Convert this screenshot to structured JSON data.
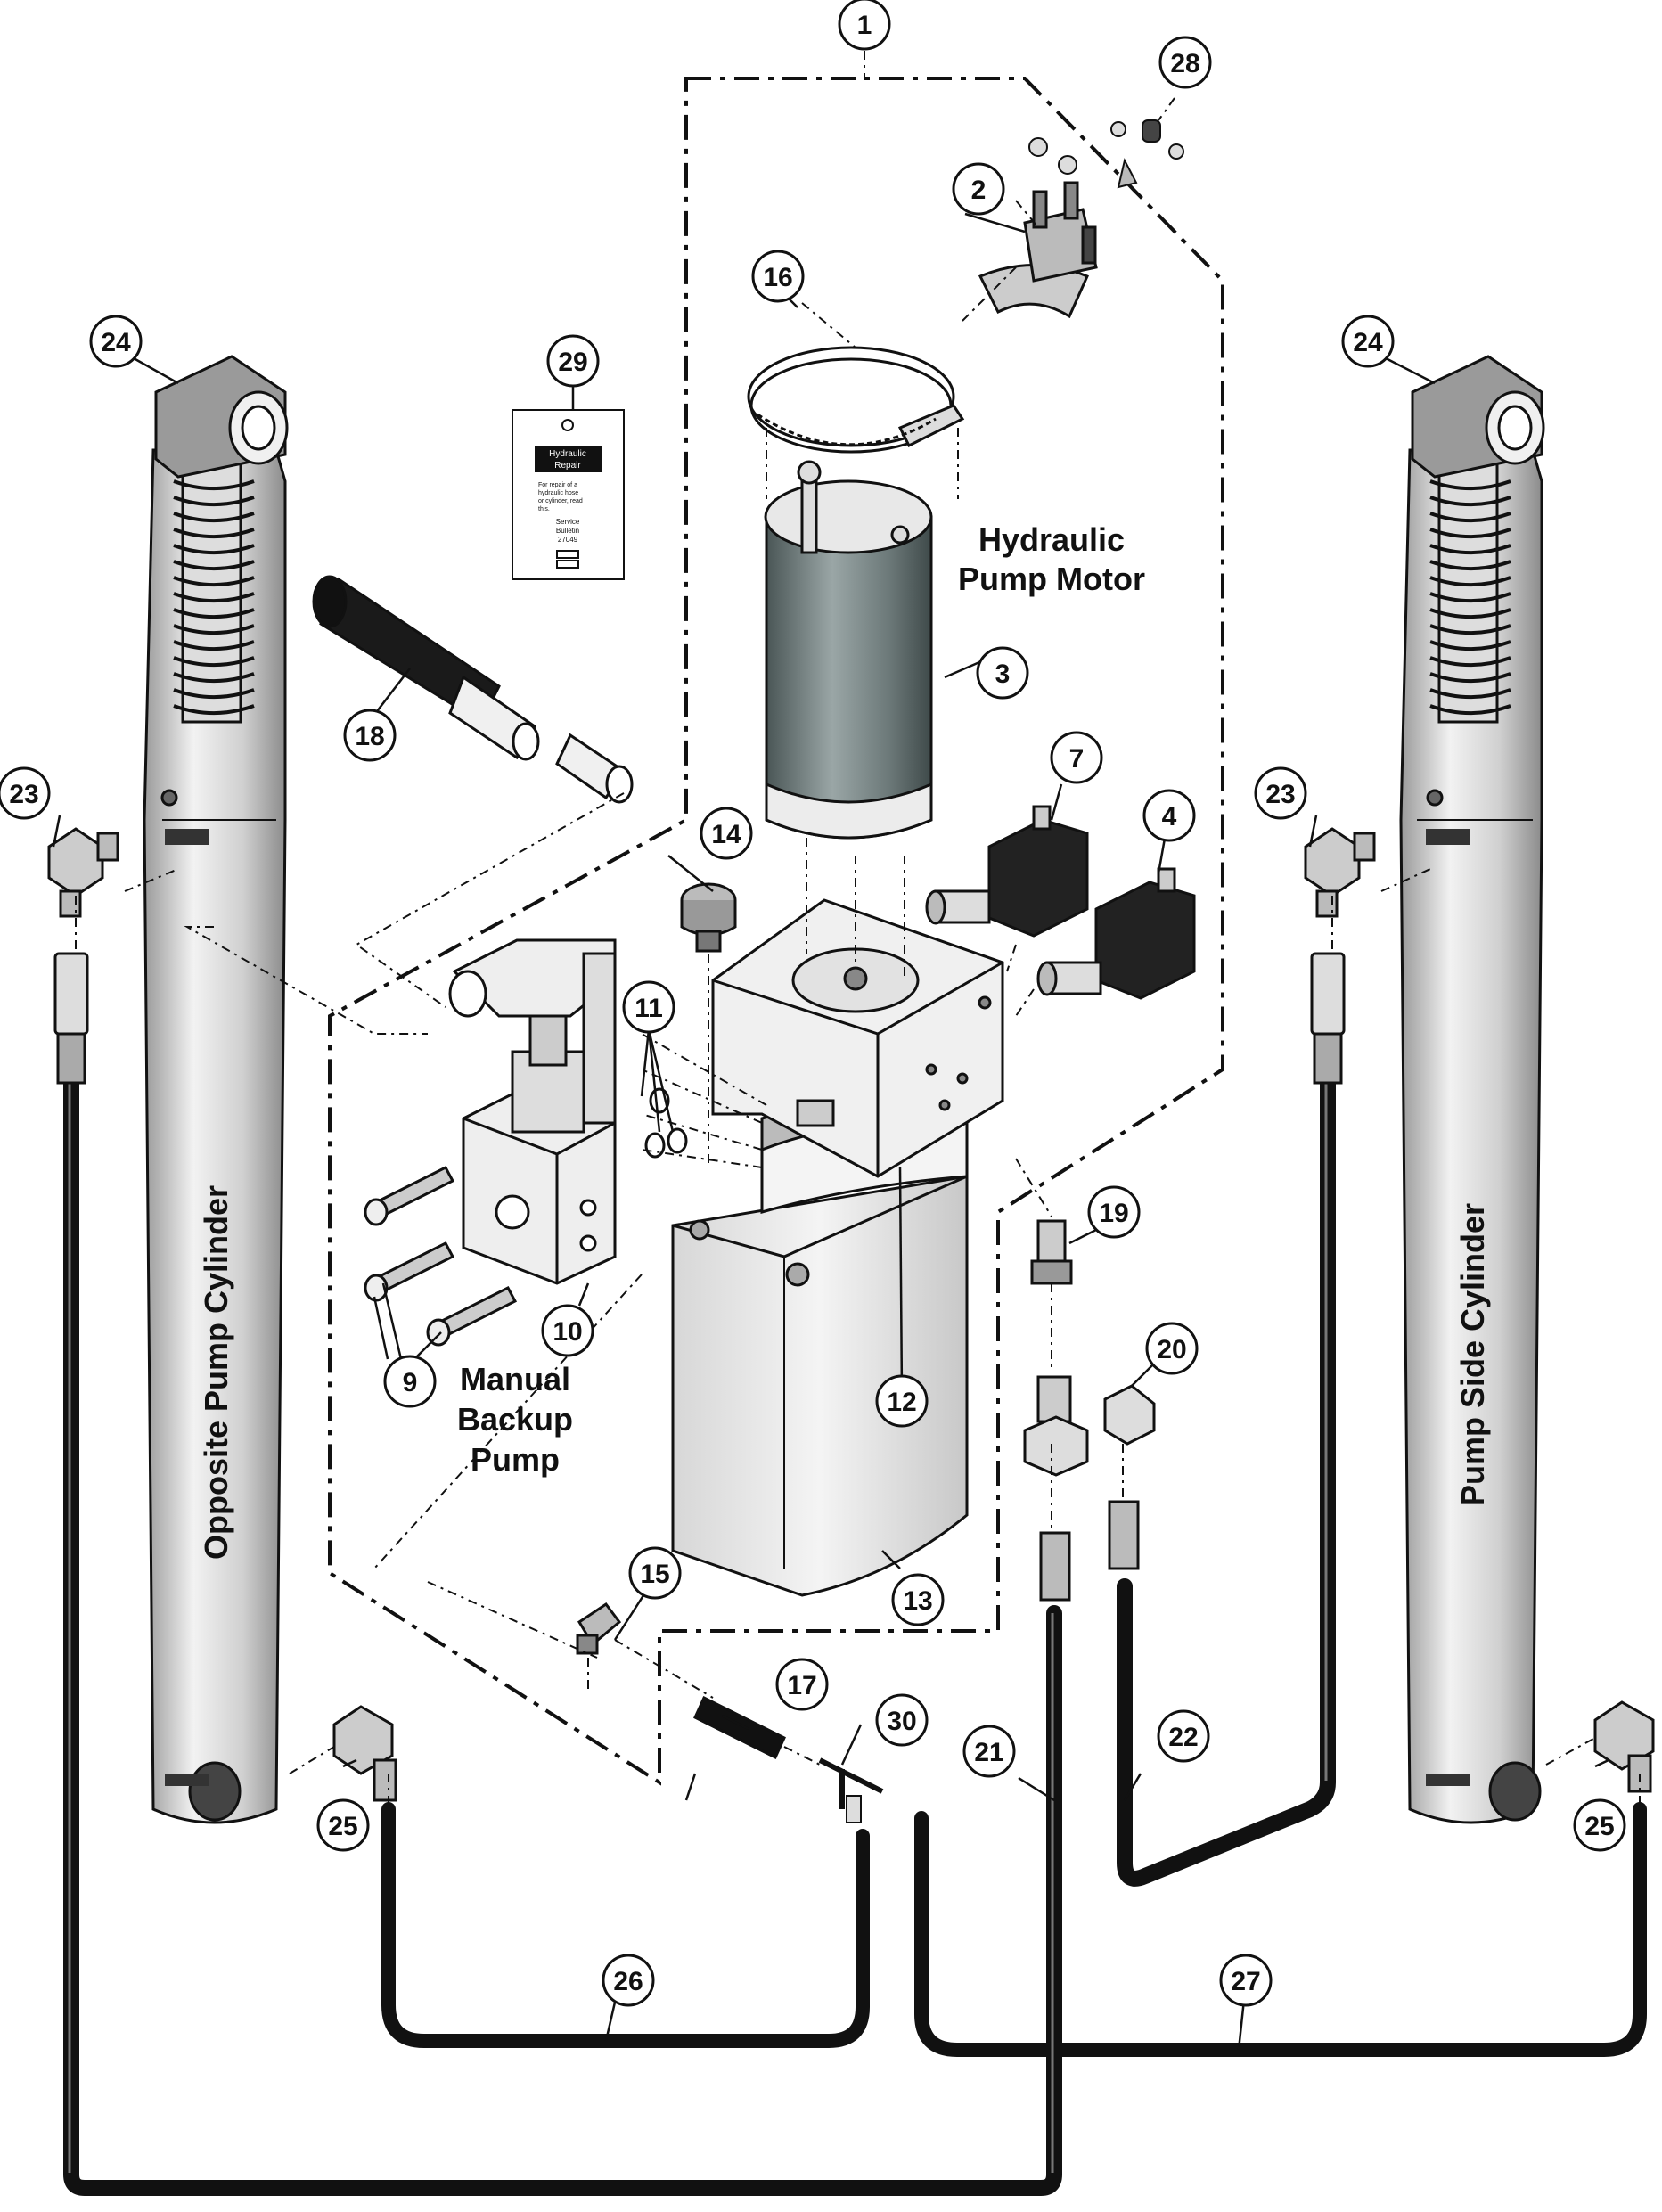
{
  "labels": {
    "hydraulic_pump_motor": [
      "Hydraulic",
      "Pump Motor"
    ],
    "manual_backup_pump": [
      "Manual",
      "Backup",
      "Pump"
    ],
    "opposite_pump_cylinder": "Opposite Pump Cylinder",
    "pump_side_cylinder": "Pump Side Cylinder"
  },
  "service_card": {
    "header": [
      "Hydraulic",
      "Repair"
    ],
    "body": [
      "For repair of a",
      "hydraulic hose",
      "or cylinder, read",
      "this."
    ],
    "footer": [
      "Service",
      "Bulletin",
      "27049"
    ]
  },
  "callouts": {
    "c1": "1",
    "c2": "2",
    "c3": "3",
    "c4": "4",
    "c7": "7",
    "c9": "9",
    "c10": "10",
    "c11": "11",
    "c12": "12",
    "c13": "13",
    "c14": "14",
    "c15": "15",
    "c16": "16",
    "c17": "17",
    "c18": "18",
    "c19": "19",
    "c20": "20",
    "c21": "21",
    "c22": "22",
    "c23a": "23",
    "c23b": "23",
    "c24a": "24",
    "c24b": "24",
    "c25a": "25",
    "c25b": "25",
    "c26": "26",
    "c27": "27",
    "c28": "28",
    "c29": "29",
    "c30": "30"
  },
  "colors": {
    "line": "#111111",
    "metal_light": "#e6e6e6",
    "metal_mid": "#b9b9b9",
    "motor_dark": "#5f6f6f",
    "hose": "#1a1a1a"
  }
}
